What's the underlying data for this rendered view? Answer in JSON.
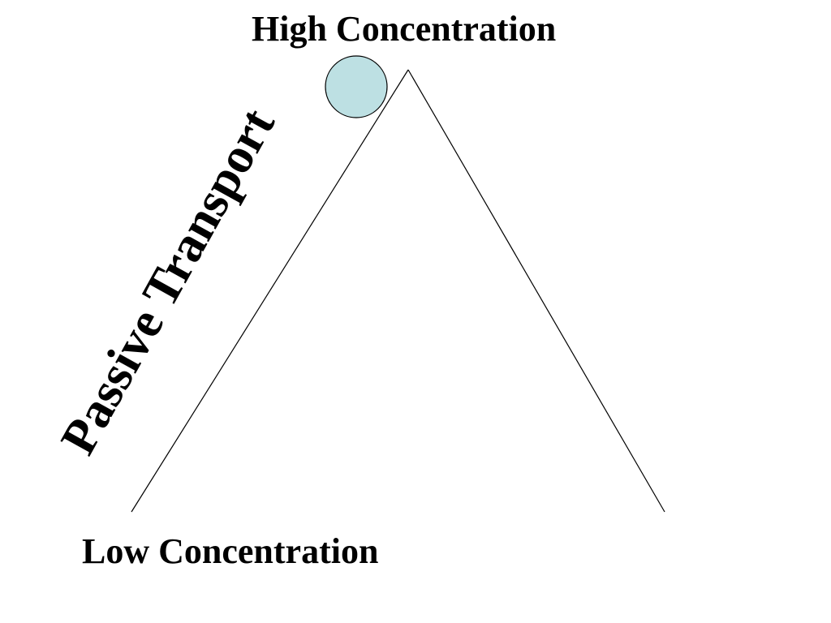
{
  "labels": {
    "top": "High Concentration",
    "bottom": "Low Concentration",
    "slope": "Passive Transport"
  },
  "colors": {
    "particle_fill": "#bde0e3",
    "stroke": "#000000",
    "text": "#000000"
  }
}
